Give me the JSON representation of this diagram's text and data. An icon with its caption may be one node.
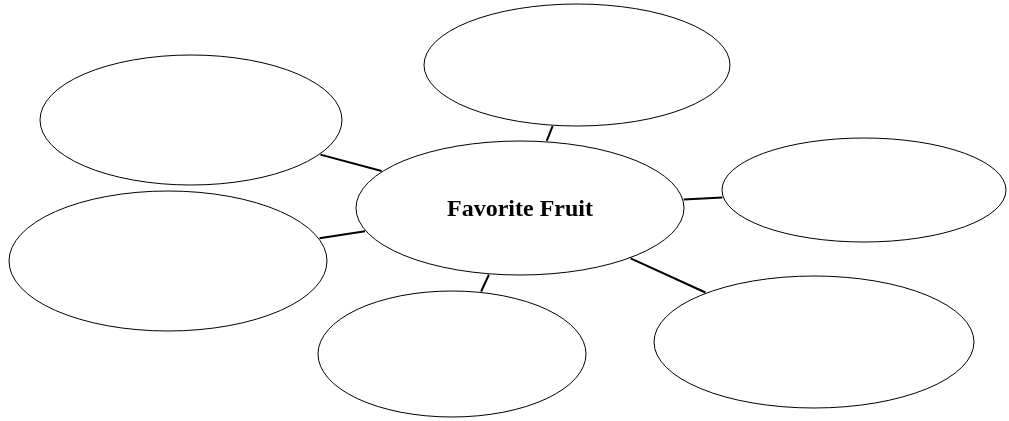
{
  "diagram": {
    "nodes": [
      {
        "text": [
          "Favorite Fruit"
        ]
      },
      {
        "text": [],
        "shape": "ellipse"
      },
      {
        "text": [],
        "shape": "ellipse"
      },
      {
        "text": [],
        "shape": "ellipse"
      },
      {
        "text": [],
        "shape": "ellipse"
      },
      {
        "text": [],
        "shape": "ellipse"
      },
      {
        "text": [],
        "shape": "ellipse"
      }
    ],
    "edges": [
      {
        "from": 0,
        "to": 1,
        "arrow": "none"
      },
      {
        "from": 0,
        "to": 2,
        "arrow": "none"
      },
      {
        "from": 0,
        "to": 3,
        "arrow": "none"
      },
      {
        "from": 0,
        "to": 4,
        "arrow": "none"
      },
      {
        "from": 0,
        "to": 5,
        "arrow": "none"
      },
      {
        "from": 0,
        "to": 6,
        "arrow": "none"
      }
    ]
  }
}
